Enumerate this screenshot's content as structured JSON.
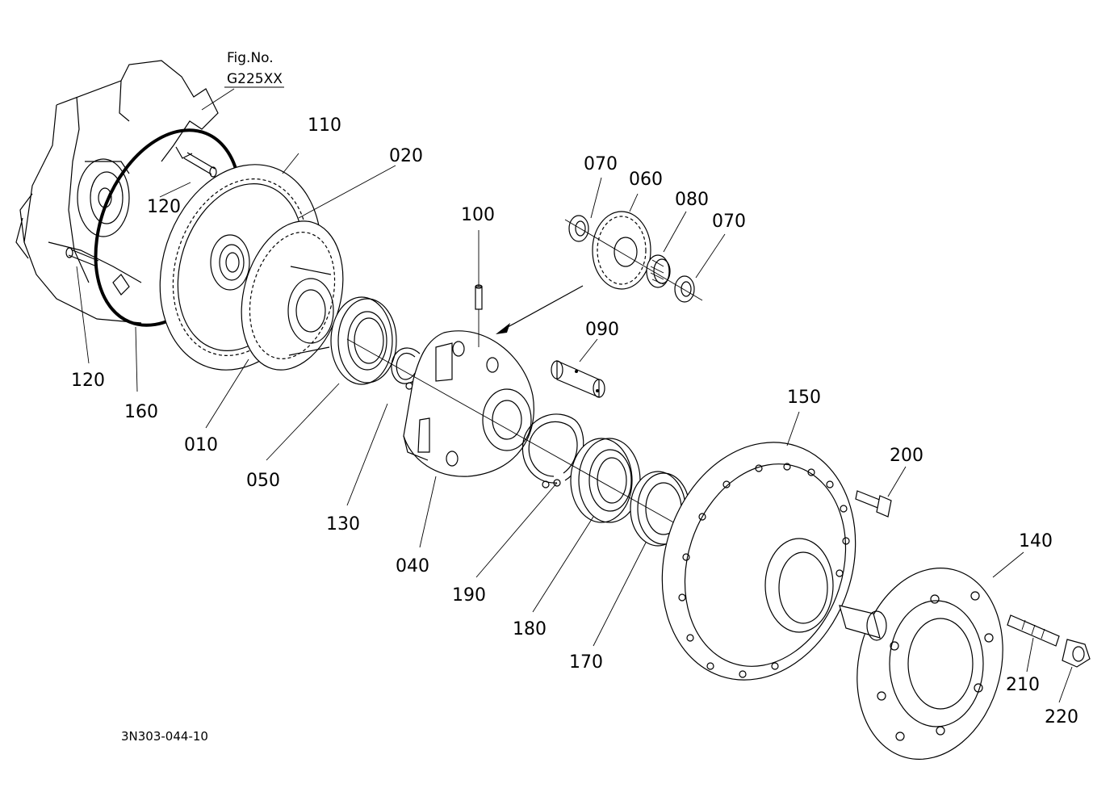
{
  "figure": {
    "ref_label": "Fig.No.",
    "ref_code": "G225XX",
    "drawing_code": "3N303-044-10"
  },
  "parts": {
    "p010": "010",
    "p020": "020",
    "p040": "040",
    "p050": "050",
    "p060": "060",
    "p070a": "070",
    "p070b": "070",
    "p080": "080",
    "p090": "090",
    "p100": "100",
    "p110": "110",
    "p120a": "120",
    "p120b": "120",
    "p130": "130",
    "p140": "140",
    "p150": "150",
    "p160": "160",
    "p170": "170",
    "p180": "180",
    "p190": "190",
    "p200": "200",
    "p210": "210",
    "p220": "220"
  }
}
